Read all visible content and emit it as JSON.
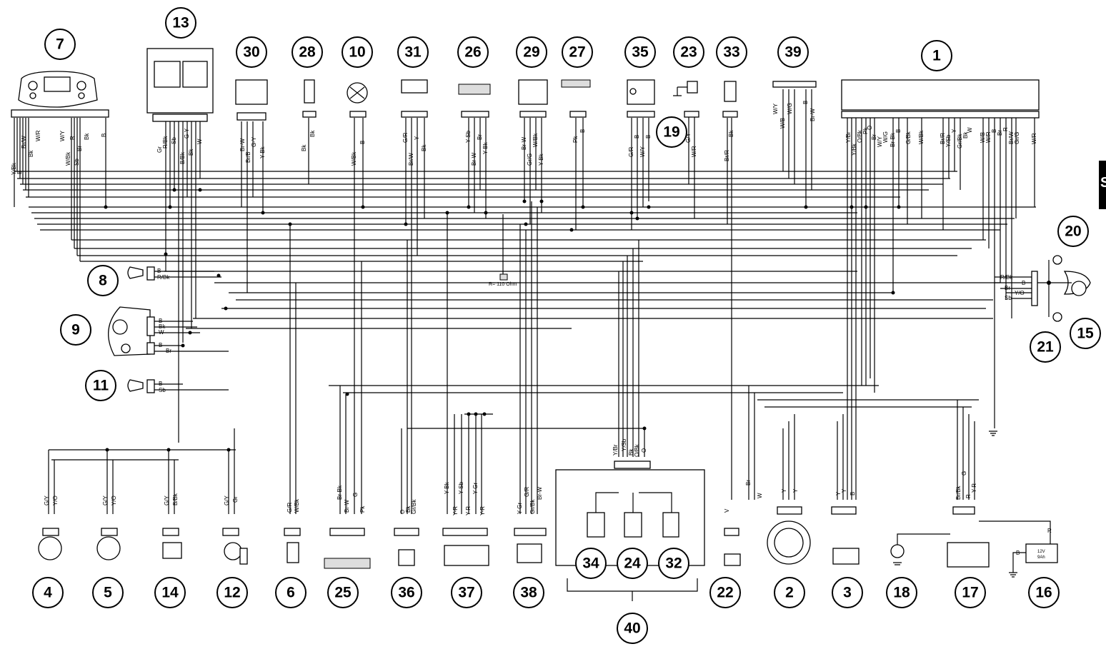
{
  "side_tab": {
    "label": "S"
  },
  "resistor_note": "R= 110 Ohm",
  "callouts": [
    {
      "id": "c7",
      "label": "7"
    },
    {
      "id": "c13",
      "label": "13"
    },
    {
      "id": "c30",
      "label": "30"
    },
    {
      "id": "c28",
      "label": "28"
    },
    {
      "id": "c10",
      "label": "10"
    },
    {
      "id": "c31",
      "label": "31"
    },
    {
      "id": "c26",
      "label": "26"
    },
    {
      "id": "c29",
      "label": "29"
    },
    {
      "id": "c27",
      "label": "27"
    },
    {
      "id": "c35",
      "label": "35"
    },
    {
      "id": "c23",
      "label": "23"
    },
    {
      "id": "c33",
      "label": "33"
    },
    {
      "id": "c39",
      "label": "39"
    },
    {
      "id": "c1",
      "label": "1"
    },
    {
      "id": "c19",
      "label": "19"
    },
    {
      "id": "c20",
      "label": "20"
    },
    {
      "id": "c15",
      "label": "15"
    },
    {
      "id": "c21",
      "label": "21"
    },
    {
      "id": "c8",
      "label": "8"
    },
    {
      "id": "c9",
      "label": "9"
    },
    {
      "id": "c11",
      "label": "11"
    },
    {
      "id": "c4",
      "label": "4"
    },
    {
      "id": "c5",
      "label": "5"
    },
    {
      "id": "c14",
      "label": "14"
    },
    {
      "id": "c12",
      "label": "12"
    },
    {
      "id": "c6",
      "label": "6"
    },
    {
      "id": "c25",
      "label": "25"
    },
    {
      "id": "c36",
      "label": "36"
    },
    {
      "id": "c37",
      "label": "37"
    },
    {
      "id": "c38",
      "label": "38"
    },
    {
      "id": "c34",
      "label": "34"
    },
    {
      "id": "c24",
      "label": "24"
    },
    {
      "id": "c32",
      "label": "32"
    },
    {
      "id": "c40",
      "label": "40"
    },
    {
      "id": "c22",
      "label": "22"
    },
    {
      "id": "c2",
      "label": "2"
    },
    {
      "id": "c3",
      "label": "3"
    },
    {
      "id": "c18",
      "label": "18"
    },
    {
      "id": "c17",
      "label": "17"
    },
    {
      "id": "c16",
      "label": "16"
    }
  ],
  "wire_labels": [
    {
      "id": "w7a",
      "text": "Y/Bk"
    },
    {
      "id": "w7b",
      "text": "Br/W"
    },
    {
      "id": "w7c",
      "text": "Bk"
    },
    {
      "id": "w7d",
      "text": "W/R"
    },
    {
      "id": "w7e",
      "text": "W/Y"
    },
    {
      "id": "w7f",
      "text": "W/Bk"
    },
    {
      "id": "w7g",
      "text": "R"
    },
    {
      "id": "w7h",
      "text": "Br"
    },
    {
      "id": "w7i",
      "text": "Sb"
    },
    {
      "id": "w7j",
      "text": "B"
    },
    {
      "id": "w7k",
      "text": "B"
    },
    {
      "id": "w7l",
      "text": "Bk"
    },
    {
      "id": "w13a",
      "text": "Gr"
    },
    {
      "id": "w13b",
      "text": "R/Bk"
    },
    {
      "id": "w13c",
      "text": "Sb"
    },
    {
      "id": "w13d",
      "text": "B/Bk"
    },
    {
      "id": "w13e",
      "text": "G-Y"
    },
    {
      "id": "w13f",
      "text": "Bk"
    },
    {
      "id": "w13g",
      "text": "W"
    },
    {
      "id": "w30a",
      "text": "Br-W"
    },
    {
      "id": "w30b",
      "text": "Br/B"
    },
    {
      "id": "w30c",
      "text": "G-Y"
    },
    {
      "id": "w30d",
      "text": "Y-Bk"
    },
    {
      "id": "w28a",
      "text": "Bk"
    },
    {
      "id": "w28b",
      "text": "Bk"
    },
    {
      "id": "w10a",
      "text": "W/Bk"
    },
    {
      "id": "w10b",
      "text": "B"
    },
    {
      "id": "w31a",
      "text": "G/R"
    },
    {
      "id": "w31b",
      "text": "Br/W"
    },
    {
      "id": "w31c",
      "text": "Y"
    },
    {
      "id": "w31d",
      "text": "Bk"
    },
    {
      "id": "w26a",
      "text": "Y-Sb"
    },
    {
      "id": "w26b",
      "text": "Br-W"
    },
    {
      "id": "w26c",
      "text": "Br"
    },
    {
      "id": "w26d",
      "text": "Y-Bk"
    },
    {
      "id": "w29a",
      "text": "Br-W"
    },
    {
      "id": "w29b",
      "text": "Gr/G"
    },
    {
      "id": "w29c",
      "text": "W/Bk"
    },
    {
      "id": "w29d",
      "text": "Y-Bk"
    },
    {
      "id": "w27a",
      "text": "Pk"
    },
    {
      "id": "w27b",
      "text": "B"
    },
    {
      "id": "w35a",
      "text": "G/R"
    },
    {
      "id": "w35b",
      "text": "B"
    },
    {
      "id": "w35c",
      "text": "W/Y"
    },
    {
      "id": "w35d",
      "text": "B"
    },
    {
      "id": "w23a",
      "text": "G/Y"
    },
    {
      "id": "w23b",
      "text": "W/R"
    },
    {
      "id": "w33a",
      "text": "Br/R"
    },
    {
      "id": "w33b",
      "text": "Bk"
    },
    {
      "id": "w39a",
      "text": "W/Y"
    },
    {
      "id": "w39b",
      "text": "W/B"
    },
    {
      "id": "w39c",
      "text": "W/G"
    },
    {
      "id": "w39d",
      "text": "B"
    },
    {
      "id": "w39e",
      "text": "Br-W"
    },
    {
      "id": "w1a",
      "text": "Y/Br"
    },
    {
      "id": "w1b",
      "text": "Y/Bk"
    },
    {
      "id": "w1c",
      "text": "O/Bk"
    },
    {
      "id": "w1d",
      "text": "Pk"
    },
    {
      "id": "w1e",
      "text": "O"
    },
    {
      "id": "w1f",
      "text": "Br"
    },
    {
      "id": "w1g",
      "text": "W/Y"
    },
    {
      "id": "w1h",
      "text": "W/G"
    },
    {
      "id": "w1i",
      "text": "Br-Bk"
    },
    {
      "id": "w1j",
      "text": "B"
    },
    {
      "id": "w1k",
      "text": "G/Bk"
    },
    {
      "id": "w1l",
      "text": "W/Bk"
    },
    {
      "id": "w1m",
      "text": "Br/R"
    },
    {
      "id": "w1n",
      "text": "Y/Sb"
    },
    {
      "id": "w1o",
      "text": "Y"
    },
    {
      "id": "w1p",
      "text": "Gr/Bk"
    },
    {
      "id": "w1q",
      "text": "Bk"
    },
    {
      "id": "w1r",
      "text": "W"
    },
    {
      "id": "w1s",
      "text": "W/B"
    },
    {
      "id": "w1t",
      "text": "W/R"
    },
    {
      "id": "w1u",
      "text": "B"
    },
    {
      "id": "w1v",
      "text": "Br"
    },
    {
      "id": "w1w",
      "text": "R"
    },
    {
      "id": "w1x",
      "text": "Br/W"
    },
    {
      "id": "w1y",
      "text": "Gr/G"
    },
    {
      "id": "w1z",
      "text": "W/R"
    },
    {
      "id": "w8a",
      "text": "B"
    },
    {
      "id": "w8b",
      "text": "R/Bk"
    },
    {
      "id": "w9a",
      "text": "B"
    },
    {
      "id": "w9b",
      "text": "Bk"
    },
    {
      "id": "w9c",
      "text": "W"
    },
    {
      "id": "w9d",
      "text": "B"
    },
    {
      "id": "w9e",
      "text": "Br"
    },
    {
      "id": "w11a",
      "text": "B"
    },
    {
      "id": "w11b",
      "text": "Sb"
    },
    {
      "id": "w15a",
      "text": "R/Bk"
    },
    {
      "id": "w15b",
      "text": "B"
    },
    {
      "id": "w15c",
      "text": "Br"
    },
    {
      "id": "w15d",
      "text": "Y/O"
    },
    {
      "id": "w15e",
      "text": "Sb"
    },
    {
      "id": "w4a",
      "text": "G/Y"
    },
    {
      "id": "w4b",
      "text": "Y/O"
    },
    {
      "id": "w5a",
      "text": "G/Y"
    },
    {
      "id": "w5b",
      "text": "Y/O"
    },
    {
      "id": "w14a",
      "text": "G/Y"
    },
    {
      "id": "w14b",
      "text": "B/Bk"
    },
    {
      "id": "w12a",
      "text": "G/Y"
    },
    {
      "id": "w12b",
      "text": "Gr"
    },
    {
      "id": "w6a",
      "text": "G/R"
    },
    {
      "id": "w6b",
      "text": "W/Bk"
    },
    {
      "id": "w25a",
      "text": "Br-Bk"
    },
    {
      "id": "w25b",
      "text": "Br-W"
    },
    {
      "id": "w25c",
      "text": "G"
    },
    {
      "id": "w25d",
      "text": "Pk"
    },
    {
      "id": "w36a",
      "text": "O"
    },
    {
      "id": "w36b",
      "text": "Bk"
    },
    {
      "id": "w36c",
      "text": "Gr/Bk"
    },
    {
      "id": "w37a",
      "text": "Y-Bk"
    },
    {
      "id": "w37b",
      "text": "Y-Sb"
    },
    {
      "id": "w37c",
      "text": "Y-R"
    },
    {
      "id": "w37d",
      "text": "Y-Gr"
    },
    {
      "id": "w37e",
      "text": "Y-R"
    },
    {
      "id": "w37f",
      "text": "Y-R"
    },
    {
      "id": "w38a",
      "text": "Y-Gr"
    },
    {
      "id": "w38b",
      "text": "G/R"
    },
    {
      "id": "w38c",
      "text": "Gr/Bk"
    },
    {
      "id": "w38d",
      "text": "Br-W"
    },
    {
      "id": "w40a",
      "text": "Y/Br"
    },
    {
      "id": "w40b",
      "text": "Y/Sb"
    },
    {
      "id": "w40c",
      "text": "Bk"
    },
    {
      "id": "w40d",
      "text": "O/Bk"
    },
    {
      "id": "w40e",
      "text": "O"
    },
    {
      "id": "w22a",
      "text": "V"
    },
    {
      "id": "w2a",
      "text": "Br"
    },
    {
      "id": "w2b",
      "text": "W"
    },
    {
      "id": "w2c",
      "text": "Y"
    },
    {
      "id": "w2d",
      "text": "Y"
    },
    {
      "id": "w3a",
      "text": "Y"
    },
    {
      "id": "w3b",
      "text": "Y"
    },
    {
      "id": "w3c",
      "text": "B"
    },
    {
      "id": "w17a",
      "text": "Br/Bk"
    },
    {
      "id": "w17b",
      "text": "G"
    },
    {
      "id": "w17c",
      "text": "R"
    },
    {
      "id": "w17d",
      "text": "Y-R"
    },
    {
      "id": "w16a",
      "text": "B"
    },
    {
      "id": "w16b",
      "text": "R"
    },
    {
      "id": "w16c",
      "text": "12V"
    },
    {
      "id": "w16d",
      "text": "9Ah"
    }
  ]
}
